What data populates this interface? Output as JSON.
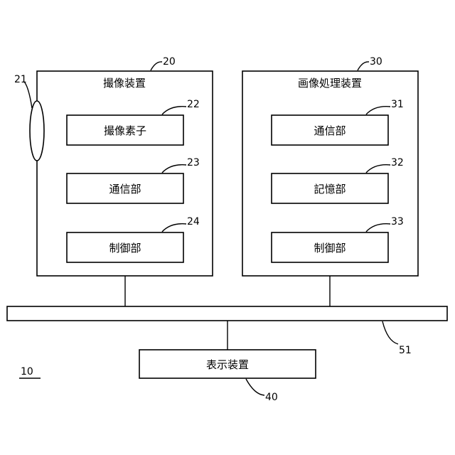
{
  "system": {
    "ref": "10"
  },
  "imaging_device": {
    "title": "撮像装置",
    "ref": "20",
    "lens_ref": "21",
    "blocks": [
      {
        "label": "撮像素子",
        "ref": "22"
      },
      {
        "label": "通信部",
        "ref": "23"
      },
      {
        "label": "制御部",
        "ref": "24"
      }
    ]
  },
  "image_processing_device": {
    "title": "画像処理装置",
    "ref": "30",
    "blocks": [
      {
        "label": "通信部",
        "ref": "31"
      },
      {
        "label": "記憶部",
        "ref": "32"
      },
      {
        "label": "制御部",
        "ref": "33"
      }
    ]
  },
  "bus": {
    "ref": "51"
  },
  "display_device": {
    "label": "表示装置",
    "ref": "40"
  }
}
